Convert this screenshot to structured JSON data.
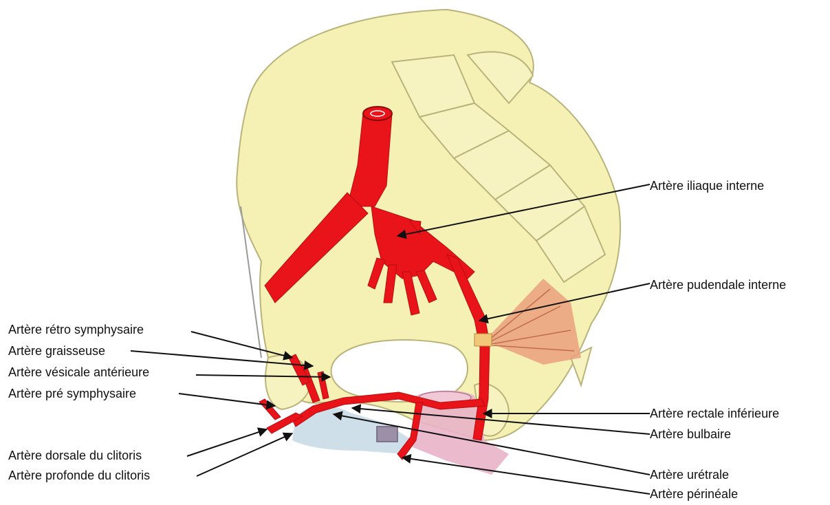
{
  "labels": {
    "iliaque_interne": "Artère iliaque interne",
    "pudendale_interne": "Artère pudendale interne",
    "retro_symphysaire": "Artère rétro symphysaire",
    "graisseuse": "Artère graisseuse",
    "vesicale_anterieure": "Artère vésicale antérieure",
    "pre_symphysaire": "Artère pré symphysaire",
    "rectale_inferieure": "Artère rectale inférieure",
    "bulbaire": "Artère bulbaire",
    "dorsale_clitoris": "Artère dorsale du clitoris",
    "profonde_clitoris": "Artère profonde du clitoris",
    "uretrale": "Artère urétrale",
    "perineale": "Artère périnéale"
  },
  "colors": {
    "bone": "#f4f0b0",
    "bone_outline": "#b9b37a",
    "artery": "#e8141a",
    "muscle": "#e9a07e",
    "bladder_pink": "#e9b3c8",
    "urethra_blue": "#c9dbe8",
    "leader": "#111111"
  }
}
